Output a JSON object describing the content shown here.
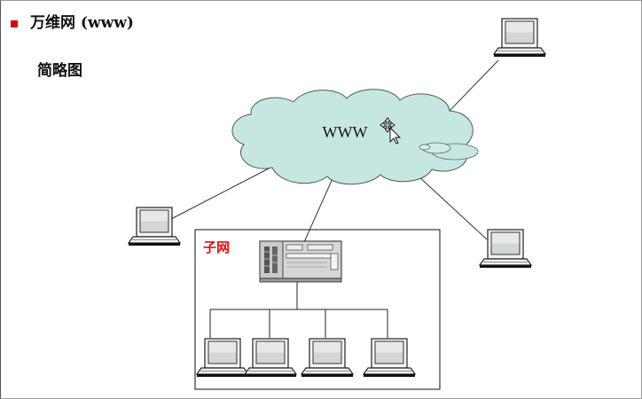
{
  "slide": {
    "bullet_color": "#d8000f",
    "title": "万维网 (www)",
    "subtitle": "简略图"
  },
  "diagram": {
    "cloud_label": "WWW",
    "cloud_color": "#c6e6e2",
    "subnet_label": "子网",
    "subnet_label_color": "#e01010",
    "icons": {
      "server": "server-icon",
      "laptop": "laptop-icon",
      "cursor": "move-cursor-icon"
    }
  }
}
